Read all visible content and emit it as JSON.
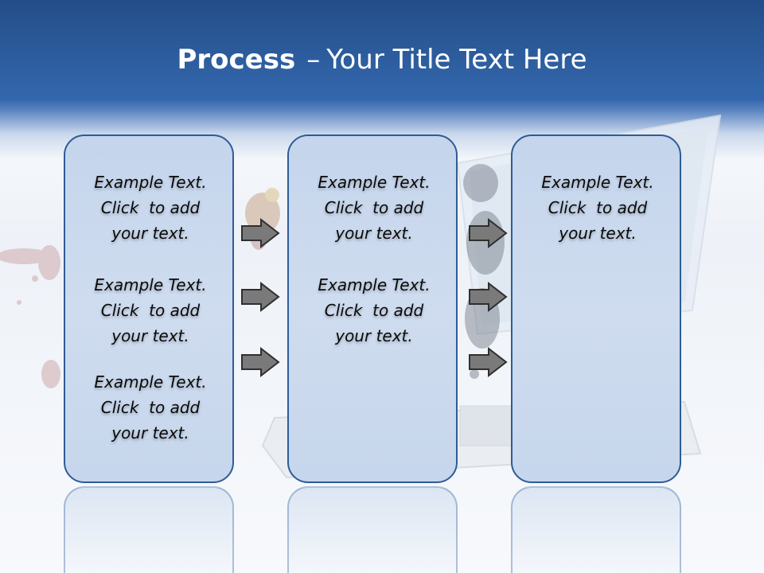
{
  "slide": {
    "title_bold": "Process",
    "title_separator": "–",
    "title_rest": "Your Title Text Here"
  },
  "columns": [
    {
      "items": [
        {
          "line1": "Example Text.",
          "line2": "Click  to add",
          "line3": "your text."
        },
        {
          "line1": "Example Text.",
          "line2": "Click  to add",
          "line3": "your text."
        },
        {
          "line1": "Example Text.",
          "line2": "Click  to add",
          "line3": "your text."
        }
      ]
    },
    {
      "items": [
        {
          "line1": "Example Text.",
          "line2": "Click  to add",
          "line3": "your text."
        },
        {
          "line1": "Example Text.",
          "line2": "Click  to add",
          "line3": "your text."
        }
      ]
    },
    {
      "items": [
        {
          "line1": "Example Text.",
          "line2": "Click  to add",
          "line3": "your text."
        }
      ]
    }
  ],
  "colors": {
    "header_blue": "#2b5a9a",
    "box_fill": "#cfdcef",
    "box_border": "#2e5c96",
    "arrow_fill": "#7a7a7a"
  },
  "icons": {
    "arrow": "right-arrow-icon"
  }
}
